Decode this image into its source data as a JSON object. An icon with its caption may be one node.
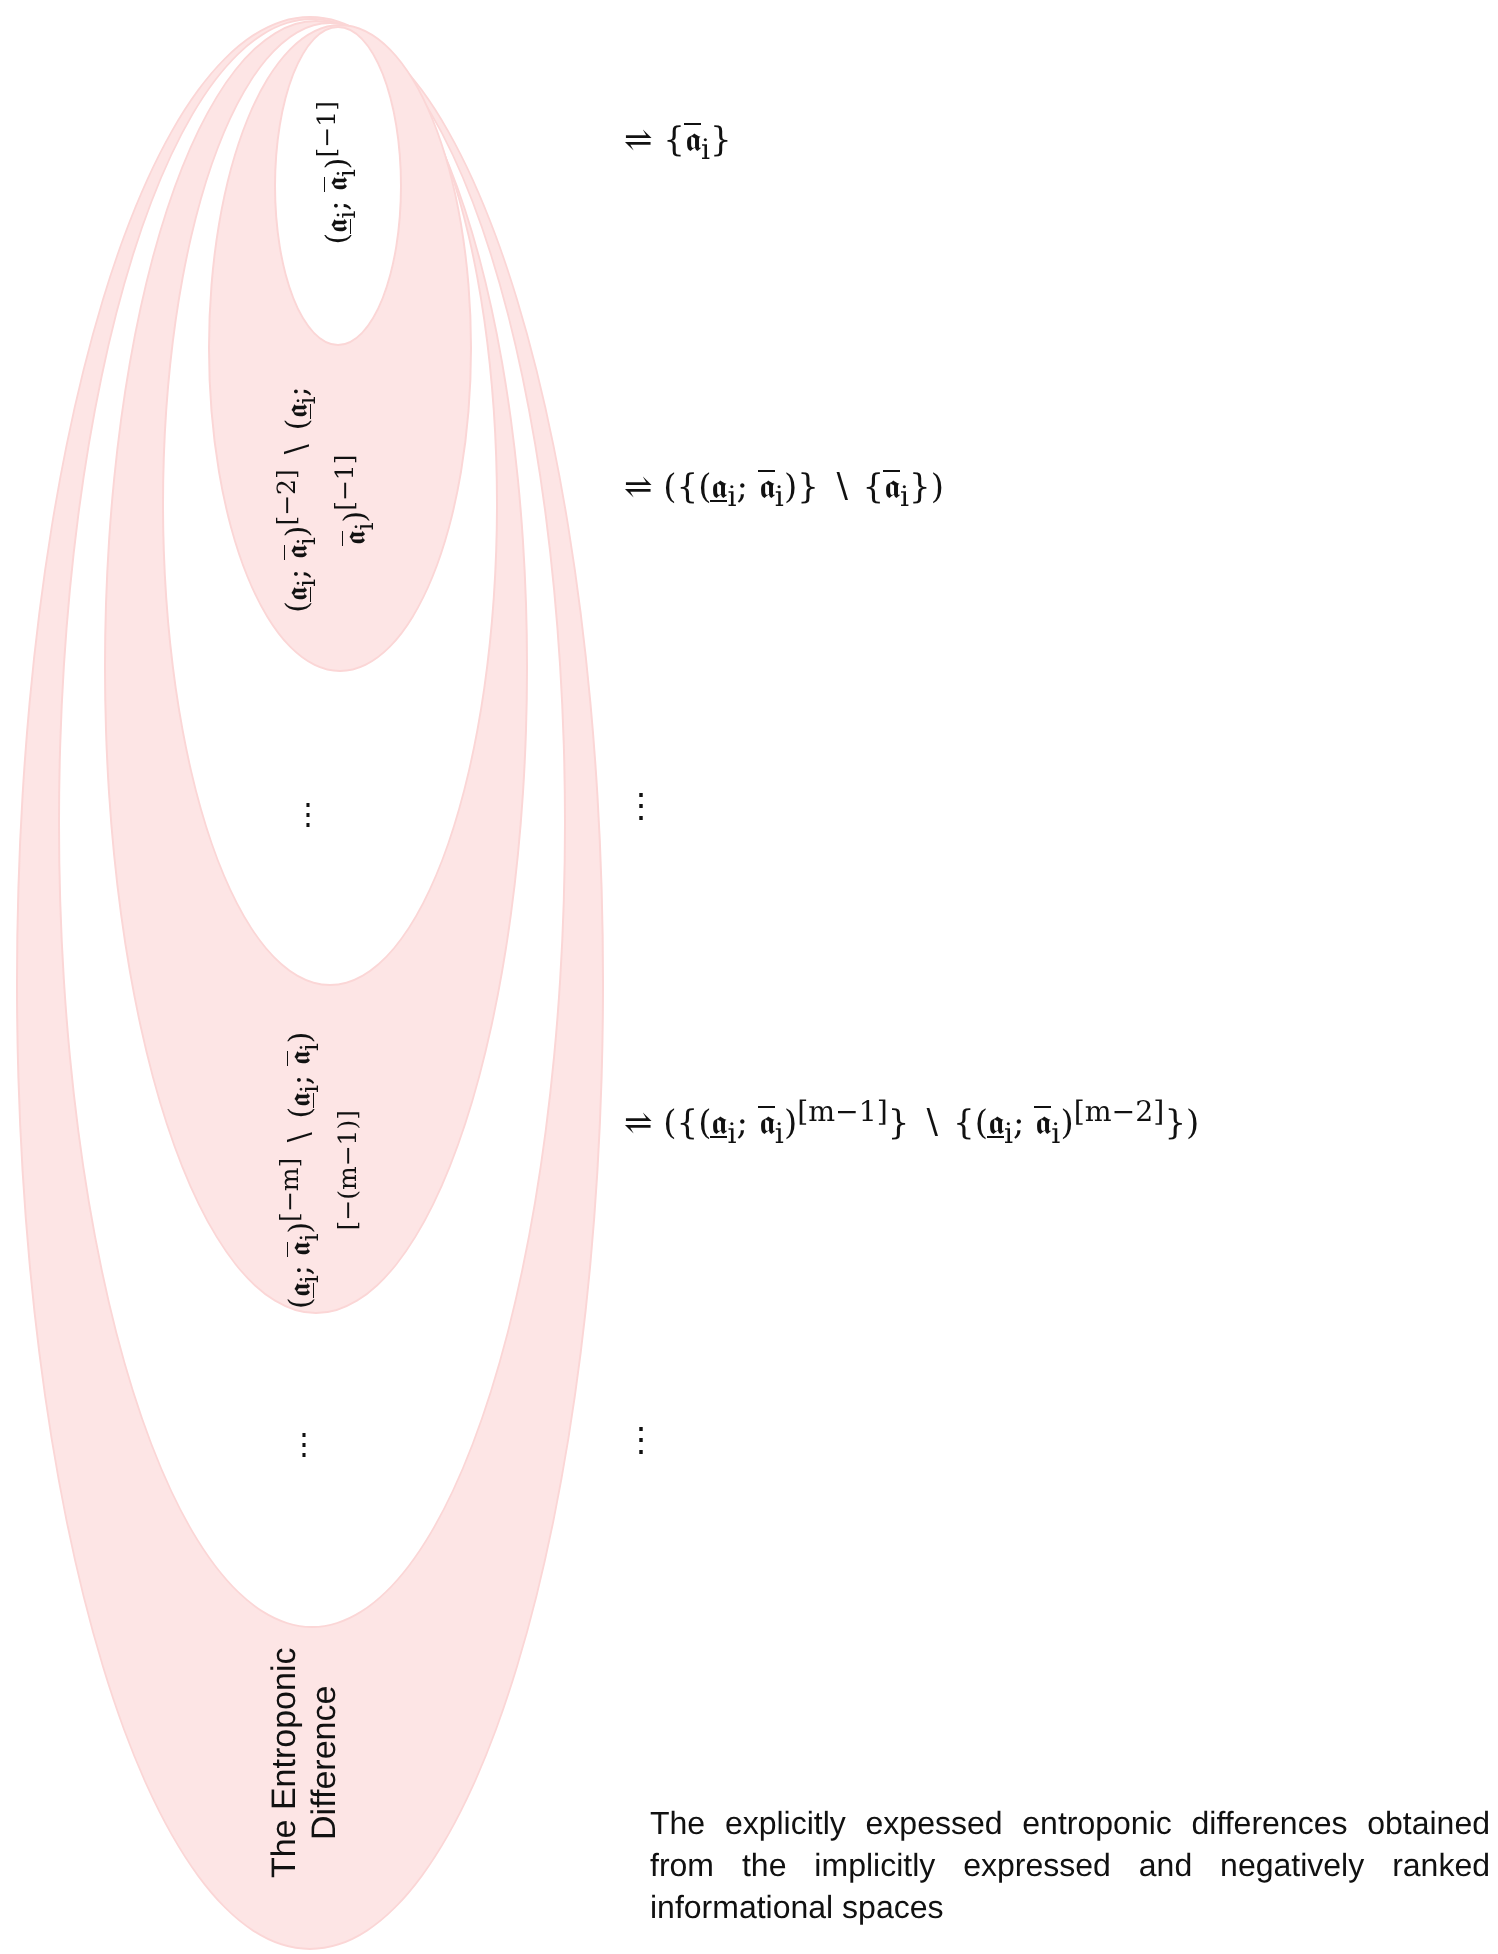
{
  "diagram": {
    "caption": "The explicitly expessed entroponic differences obtained from the implicitly expressed and negatively ranked informational spaces",
    "nodes": [
      {
        "text": [
          "The Entroponic Difference"
        ]
      },
      {
        "text": [
          "⋮"
        ],
        "in": 0
      },
      {
        "text": [
          "(𝖆̲$_{i}$; 𝖆̅$_{i}$)$^{[−m]}$ ∖ (𝖆̲$_{i}$; 𝖆̅$_{i}$)$^{[−(m−1)]}$"
        ],
        "in": 1
      },
      {
        "text": [
          "⋮"
        ],
        "in": 2
      },
      {
        "text": [
          "(𝖆̲$_{i}$; 𝖆̅$_{i}$)$^{[−2]}$ ∖ (𝖆̲$_{i}$; 𝖆̅$_{i}$)$^{[−1]}$"
        ],
        "in": 3
      },
      {
        "text": [
          "(𝖆̲$_{i}$; 𝖆̅$_{i}$)$^{[−1]}$"
        ],
        "in": 4
      }
    ],
    "labels": [
      "⇌ {𝖆̅$_{i}$}",
      "⇌ ({(𝖆̲$_{i}$; 𝖆̅$_{i}$)} ∖ {𝖆̅$_{i}$})",
      "⋮",
      "⇌ ({(𝖆̲$_{i}$; 𝖆̅$_{i}$)$^{[m−1]}$} ∖ {(𝖆̲$_{i}$; 𝖆̅$_{i}$)$^{[m−2]}$})",
      "⋮"
    ]
  }
}
